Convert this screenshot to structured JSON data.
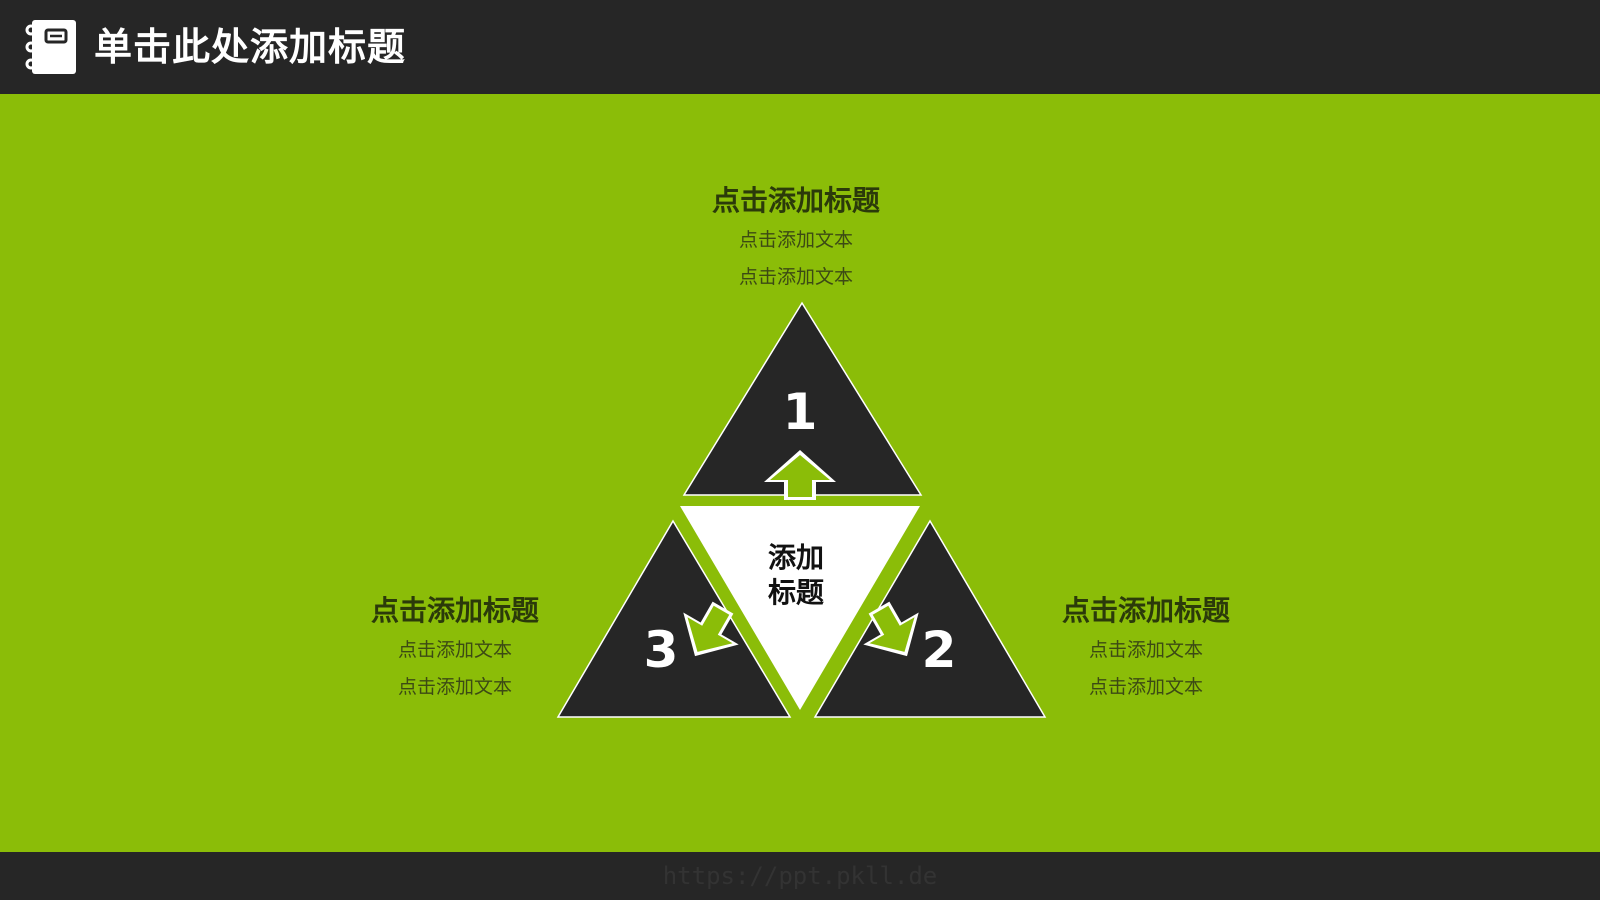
{
  "header": {
    "title": "单击此处添加标题",
    "icon": "notebook-icon"
  },
  "diagram": {
    "center_title_line1": "添加",
    "center_title_line2": "标题",
    "segments": [
      {
        "number": "1",
        "title": "点击添加标题",
        "line1": "点击添加文本",
        "line2": "点击添加文本"
      },
      {
        "number": "2",
        "title": "点击添加标题",
        "line1": "点击添加文本",
        "line2": "点击添加文本"
      },
      {
        "number": "3",
        "title": "点击添加标题",
        "line1": "点击添加文本",
        "line2": "点击添加文本"
      }
    ]
  },
  "footer": {
    "watermark": "https://ppt.pkll.de"
  },
  "colors": {
    "background": "#8bbd08",
    "dark": "#262626",
    "white": "#ffffff"
  }
}
